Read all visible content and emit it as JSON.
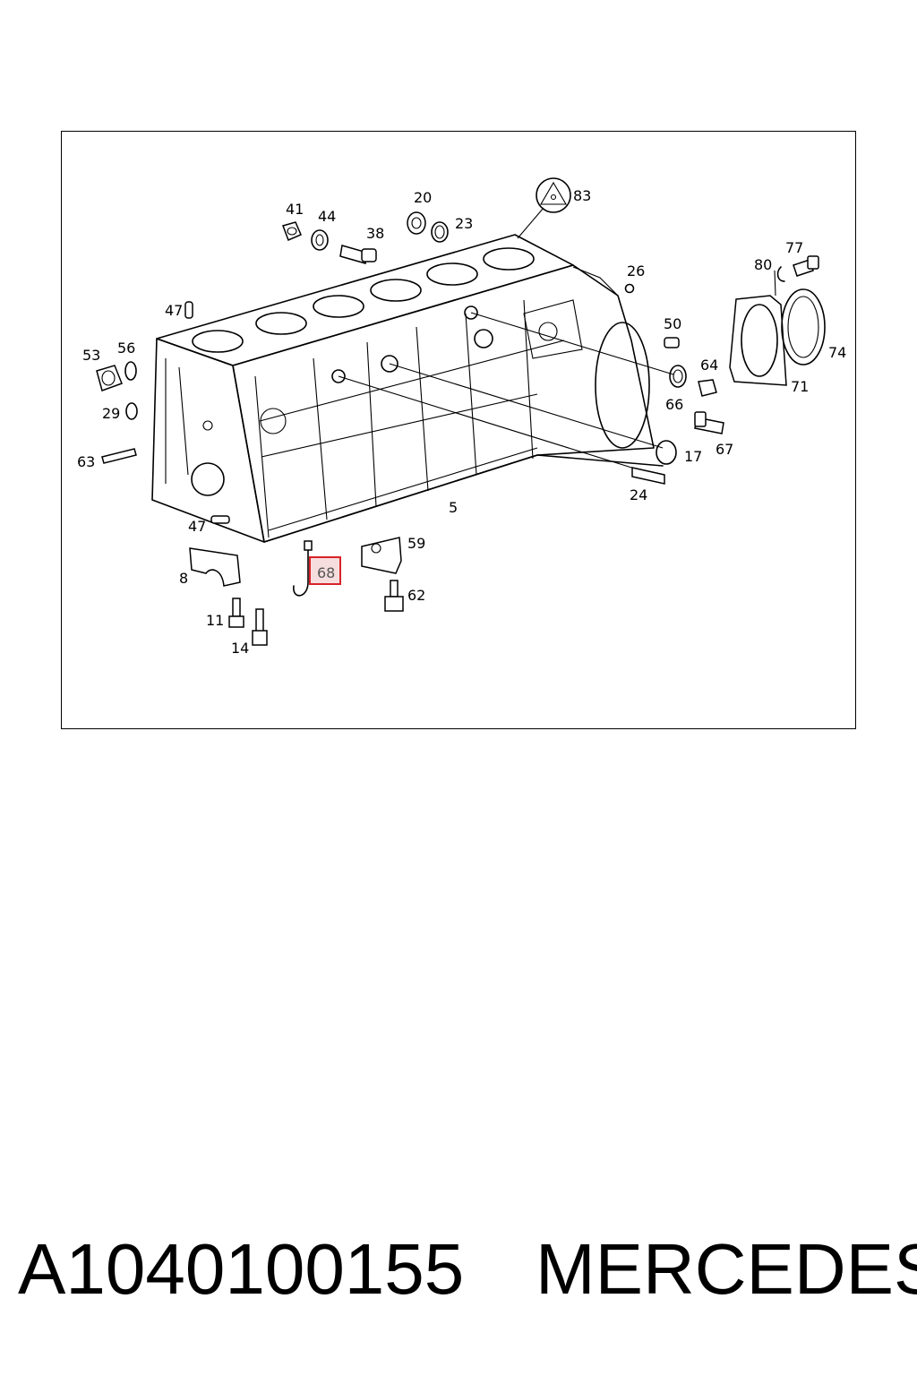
{
  "callouts": [
    "83",
    "20",
    "23",
    "41",
    "44",
    "38",
    "26",
    "77",
    "80",
    "47",
    "50",
    "53",
    "56",
    "64",
    "74",
    "71",
    "29",
    "66",
    "67",
    "63",
    "17",
    "24",
    "5",
    "47",
    "59",
    "8",
    "68",
    "62",
    "11",
    "14"
  ],
  "highlight_label": "68",
  "footer": {
    "part_number": "A1040100155",
    "brand": "MERCEDES"
  },
  "colors": {
    "highlight": "#d8232a",
    "highlight_fill": "#f7dede"
  }
}
